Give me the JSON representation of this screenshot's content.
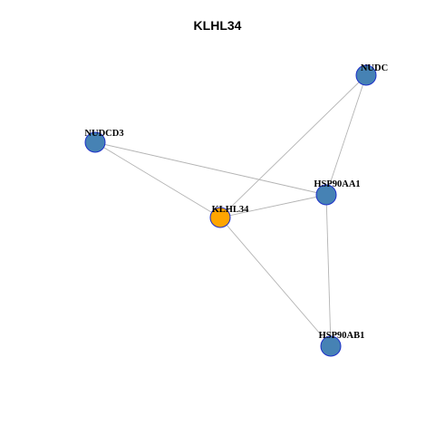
{
  "title": "KLHL34",
  "colors": {
    "center_node": "#ffa500",
    "neighbor_node": "#4682b4",
    "node_border": "#1c2fc9",
    "edge": "#b3b3b3"
  },
  "nodes": [
    {
      "id": "KLHL34",
      "label": "KLHL34",
      "role": "center"
    },
    {
      "id": "NUDC",
      "label": "NUDC",
      "role": "neighbor"
    },
    {
      "id": "NUDCD3",
      "label": "NUDCD3",
      "role": "neighbor"
    },
    {
      "id": "HSP90AA1",
      "label": "HSP90AA1",
      "role": "neighbor"
    },
    {
      "id": "HSP90AB1",
      "label": "HSP90AB1",
      "role": "neighbor"
    }
  ],
  "edges": [
    [
      "KLHL34",
      "NUDC"
    ],
    [
      "KLHL34",
      "NUDCD3"
    ],
    [
      "KLHL34",
      "HSP90AA1"
    ],
    [
      "KLHL34",
      "HSP90AB1"
    ],
    [
      "NUDC",
      "HSP90AA1"
    ],
    [
      "NUDCD3",
      "HSP90AA1"
    ],
    [
      "HSP90AA1",
      "HSP90AB1"
    ]
  ]
}
